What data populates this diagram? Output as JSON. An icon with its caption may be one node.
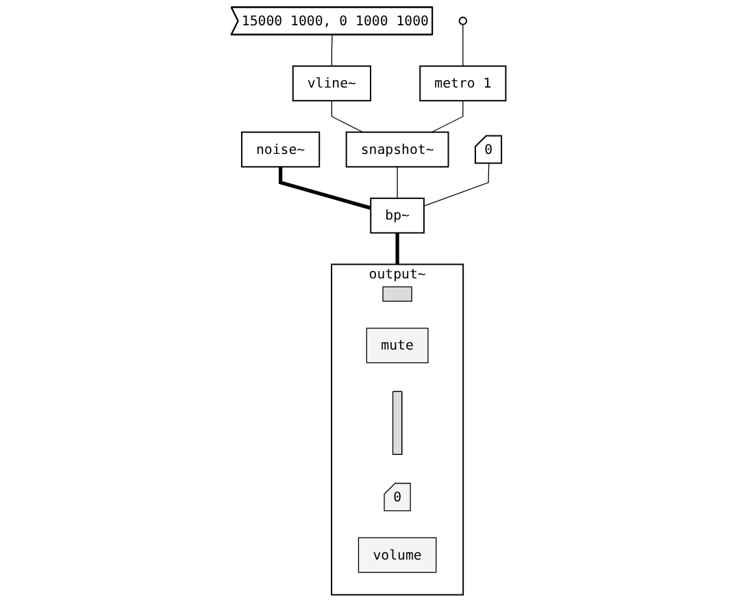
{
  "diagram": {
    "nodes": [
      {
        "text": [
          "noise~"
        ]
      },
      {
        "text": [
          "15000 1000, 0 1000 1000"
        ]
      },
      {
        "text": [],
        "shape": "circle"
      },
      {
        "text": [
          "vline~"
        ]
      },
      {
        "text": [
          "metro 1"
        ]
      },
      {
        "text": [
          "snapshot~"
        ]
      },
      {
        "text": [
          "0"
        ]
      },
      {
        "text": [
          "bp~"
        ]
      },
      {
        "text": [
          "output~"
        ]
      },
      {
        "text": [],
        "shape": "box",
        "in": 8
      },
      {
        "text": [
          "mute"
        ],
        "in": 8
      },
      {
        "text": [],
        "shape": "bar",
        "in": 8
      },
      {
        "text": [
          "0"
        ],
        "in": 8
      },
      {
        "text": [
          "volume"
        ],
        "in": 8
      }
    ],
    "edges": [
      {
        "from": 0,
        "to": 7,
        "arrow": "none",
        "style": "thick"
      },
      {
        "from": 1,
        "to": 3,
        "arrow": "none"
      },
      {
        "from": 2,
        "to": 4,
        "arrow": "none"
      },
      {
        "from": 3,
        "to": 5,
        "arrow": "none"
      },
      {
        "from": 4,
        "to": 5,
        "arrow": "none"
      },
      {
        "from": 5,
        "to": 7,
        "arrow": "none"
      },
      {
        "from": 6,
        "to": 7,
        "arrow": "none"
      },
      {
        "from": 7,
        "to": 8,
        "arrow": "none",
        "style": "thick"
      }
    ]
  }
}
